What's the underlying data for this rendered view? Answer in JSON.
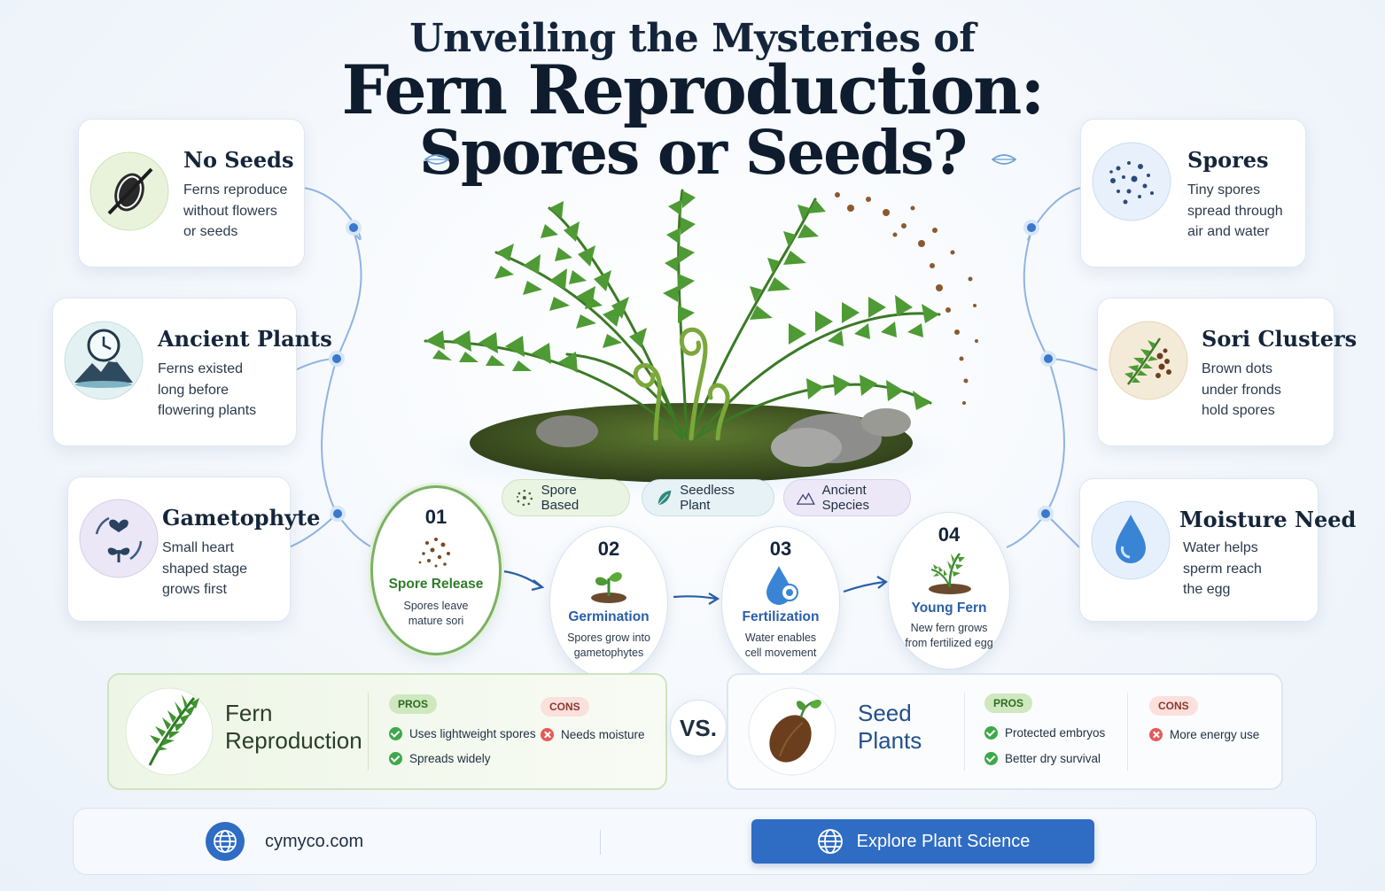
{
  "header": {
    "line1": "Unveiling the Mysteries of",
    "line2": "Fern Reproduction:",
    "line3": "Spores or Seeds?"
  },
  "left_cards": [
    {
      "title": "No Seeds",
      "lines": [
        "Ferns reproduce",
        "without flowers",
        "or seeds"
      ],
      "icon": "no-seed-icon"
    },
    {
      "title": "Ancient Plants",
      "lines": [
        "Ferns existed",
        "long before",
        "flowering plants"
      ],
      "icon": "clock-mountain-icon"
    },
    {
      "title": "Gametophyte",
      "lines": [
        "Small heart",
        "shaped stage",
        "grows first"
      ],
      "icon": "heart-sprout-cycle-icon"
    }
  ],
  "right_cards": [
    {
      "title": "Spores",
      "lines": [
        "Tiny spores",
        "spread through",
        "air and water"
      ],
      "icon": "spores-dots-icon"
    },
    {
      "title": "Sori Clusters",
      "lines": [
        "Brown dots",
        "under fronds",
        "hold spores"
      ],
      "icon": "frond-sori-icon"
    },
    {
      "title": "Moisture Need",
      "lines": [
        "Water helps",
        "sperm reach",
        "the egg"
      ],
      "icon": "water-drop-icon"
    }
  ],
  "tags": [
    {
      "label": "Spore Based",
      "icon": "spore-cluster-icon"
    },
    {
      "label": "Seedless Plant",
      "icon": "leaf-icon"
    },
    {
      "label": "Ancient Species",
      "icon": "mountain-icon"
    }
  ],
  "steps": [
    {
      "num": "01",
      "title": "Spore Release",
      "lines": [
        "Spores leave",
        "mature sori"
      ],
      "icon": "spore-release-icon"
    },
    {
      "num": "02",
      "title": "Germination",
      "lines": [
        "Spores grow into",
        "gametophytes"
      ],
      "icon": "sprout-icon"
    },
    {
      "num": "03",
      "title": "Fertilization",
      "lines": [
        "Water enables",
        "cell movement"
      ],
      "icon": "drop-cell-icon"
    },
    {
      "num": "04",
      "title": "Young Fern",
      "lines": [
        "New fern grows",
        "from fertilized egg"
      ],
      "icon": "young-fern-icon"
    }
  ],
  "compare": {
    "fern": {
      "title_lines": [
        "Fern",
        "Reproduction"
      ],
      "pros_label": "PROS",
      "cons_label": "CONS",
      "pros": [
        "Uses lightweight spores",
        "Spreads widely"
      ],
      "cons": [
        "Needs moisture"
      ]
    },
    "vs": "VS.",
    "seed": {
      "title_lines": [
        "Seed",
        "Plants"
      ],
      "pros_label": "PROS",
      "cons_label": "CONS",
      "pros": [
        "Protected embryos",
        "Better dry survival"
      ],
      "cons": [
        "More energy use"
      ]
    }
  },
  "footer": {
    "site": "cymyco.com",
    "button": "Explore Plant Science"
  },
  "colors": {
    "accent_blue": "#3a78c9",
    "fern_green": "#3d8a35",
    "step_title_green": "#2e7d2a",
    "step_title_blue": "#2a5fa8",
    "pros_green": "#3ea94a",
    "cons_red": "#e35a5a"
  }
}
